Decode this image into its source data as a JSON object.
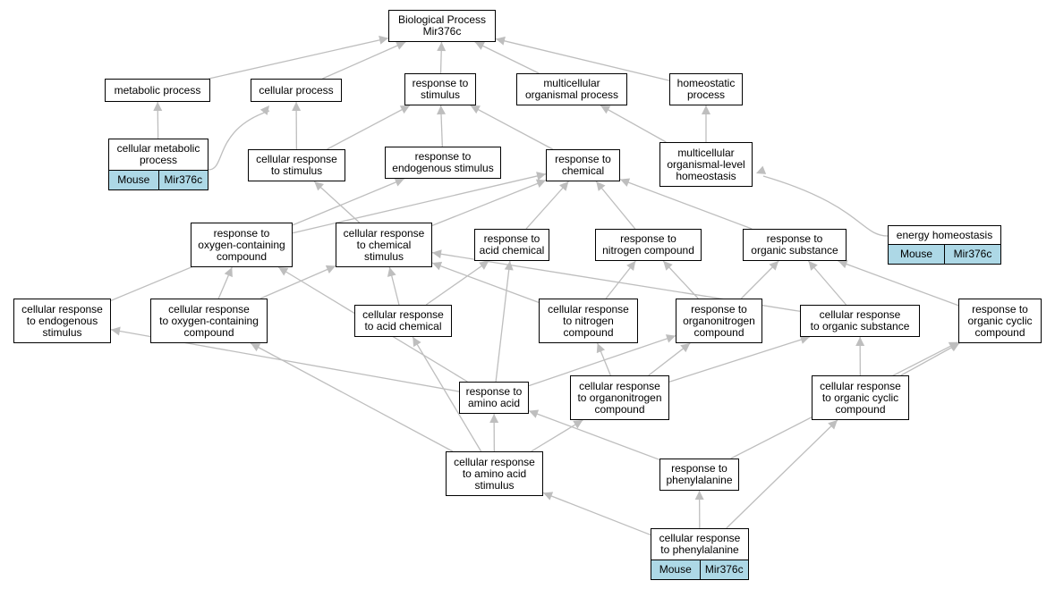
{
  "diagram": {
    "edge_color": "#bebebe",
    "tag_color": "#add8e6",
    "nodes": [
      {
        "id": "bp",
        "label": "Biological Process\nMir376c"
      },
      {
        "id": "metabolic",
        "label": "metabolic process"
      },
      {
        "id": "cellular",
        "label": "cellular process"
      },
      {
        "id": "stimulus",
        "label": "response to\nstimulus"
      },
      {
        "id": "multicell",
        "label": "multicellular\norganismal process"
      },
      {
        "id": "homeostatic",
        "label": "homeostatic\nprocess"
      },
      {
        "id": "cellmetab",
        "label": "cellular metabolic\nprocess",
        "tags": [
          "Mouse",
          "Mir376c"
        ]
      },
      {
        "id": "cellstim",
        "label": "cellular response\nto stimulus"
      },
      {
        "id": "endostim",
        "label": "response to\nendogenous stimulus"
      },
      {
        "id": "chemical",
        "label": "response to\nchemical"
      },
      {
        "id": "mlhomeo",
        "label": "multicellular\norganismal-level\nhomeostasis"
      },
      {
        "id": "oxy",
        "label": "response to\noxygen-containing\ncompound"
      },
      {
        "id": "cellchem",
        "label": "cellular response\nto chemical\nstimulus"
      },
      {
        "id": "acidchem",
        "label": "response to\nacid chemical"
      },
      {
        "id": "nitro",
        "label": "response to\nnitrogen compound"
      },
      {
        "id": "orgsub",
        "label": "response to\norganic substance"
      },
      {
        "id": "energy",
        "label": "energy homeostasis",
        "tags": [
          "Mouse",
          "Mir376c"
        ]
      },
      {
        "id": "cellendo",
        "label": "cellular response\nto endogenous\nstimulus"
      },
      {
        "id": "celloxy",
        "label": "cellular response\nto oxygen-containing\ncompound"
      },
      {
        "id": "cellacid",
        "label": "cellular response\nto acid chemical"
      },
      {
        "id": "cellnitro",
        "label": "cellular response\nto nitrogen\ncompound"
      },
      {
        "id": "orgnitro",
        "label": "response to\norganonitrogen\ncompound"
      },
      {
        "id": "cellorgsub",
        "label": "cellular response\nto organic substance"
      },
      {
        "id": "orgcyclic",
        "label": "response to\norganic cyclic\ncompound"
      },
      {
        "id": "aminoacid",
        "label": "response to\namino acid"
      },
      {
        "id": "cellorgnitro",
        "label": "cellular response\nto organonitrogen\ncompound"
      },
      {
        "id": "cellorgcyclic",
        "label": "cellular response\nto organic cyclic\ncompound"
      },
      {
        "id": "cellamino",
        "label": "cellular response\nto amino acid\nstimulus"
      },
      {
        "id": "phe",
        "label": "response to\nphenylalanine"
      },
      {
        "id": "cellphe",
        "label": "cellular response\nto phenylalanine",
        "tags": [
          "Mouse",
          "Mir376c"
        ]
      }
    ]
  }
}
